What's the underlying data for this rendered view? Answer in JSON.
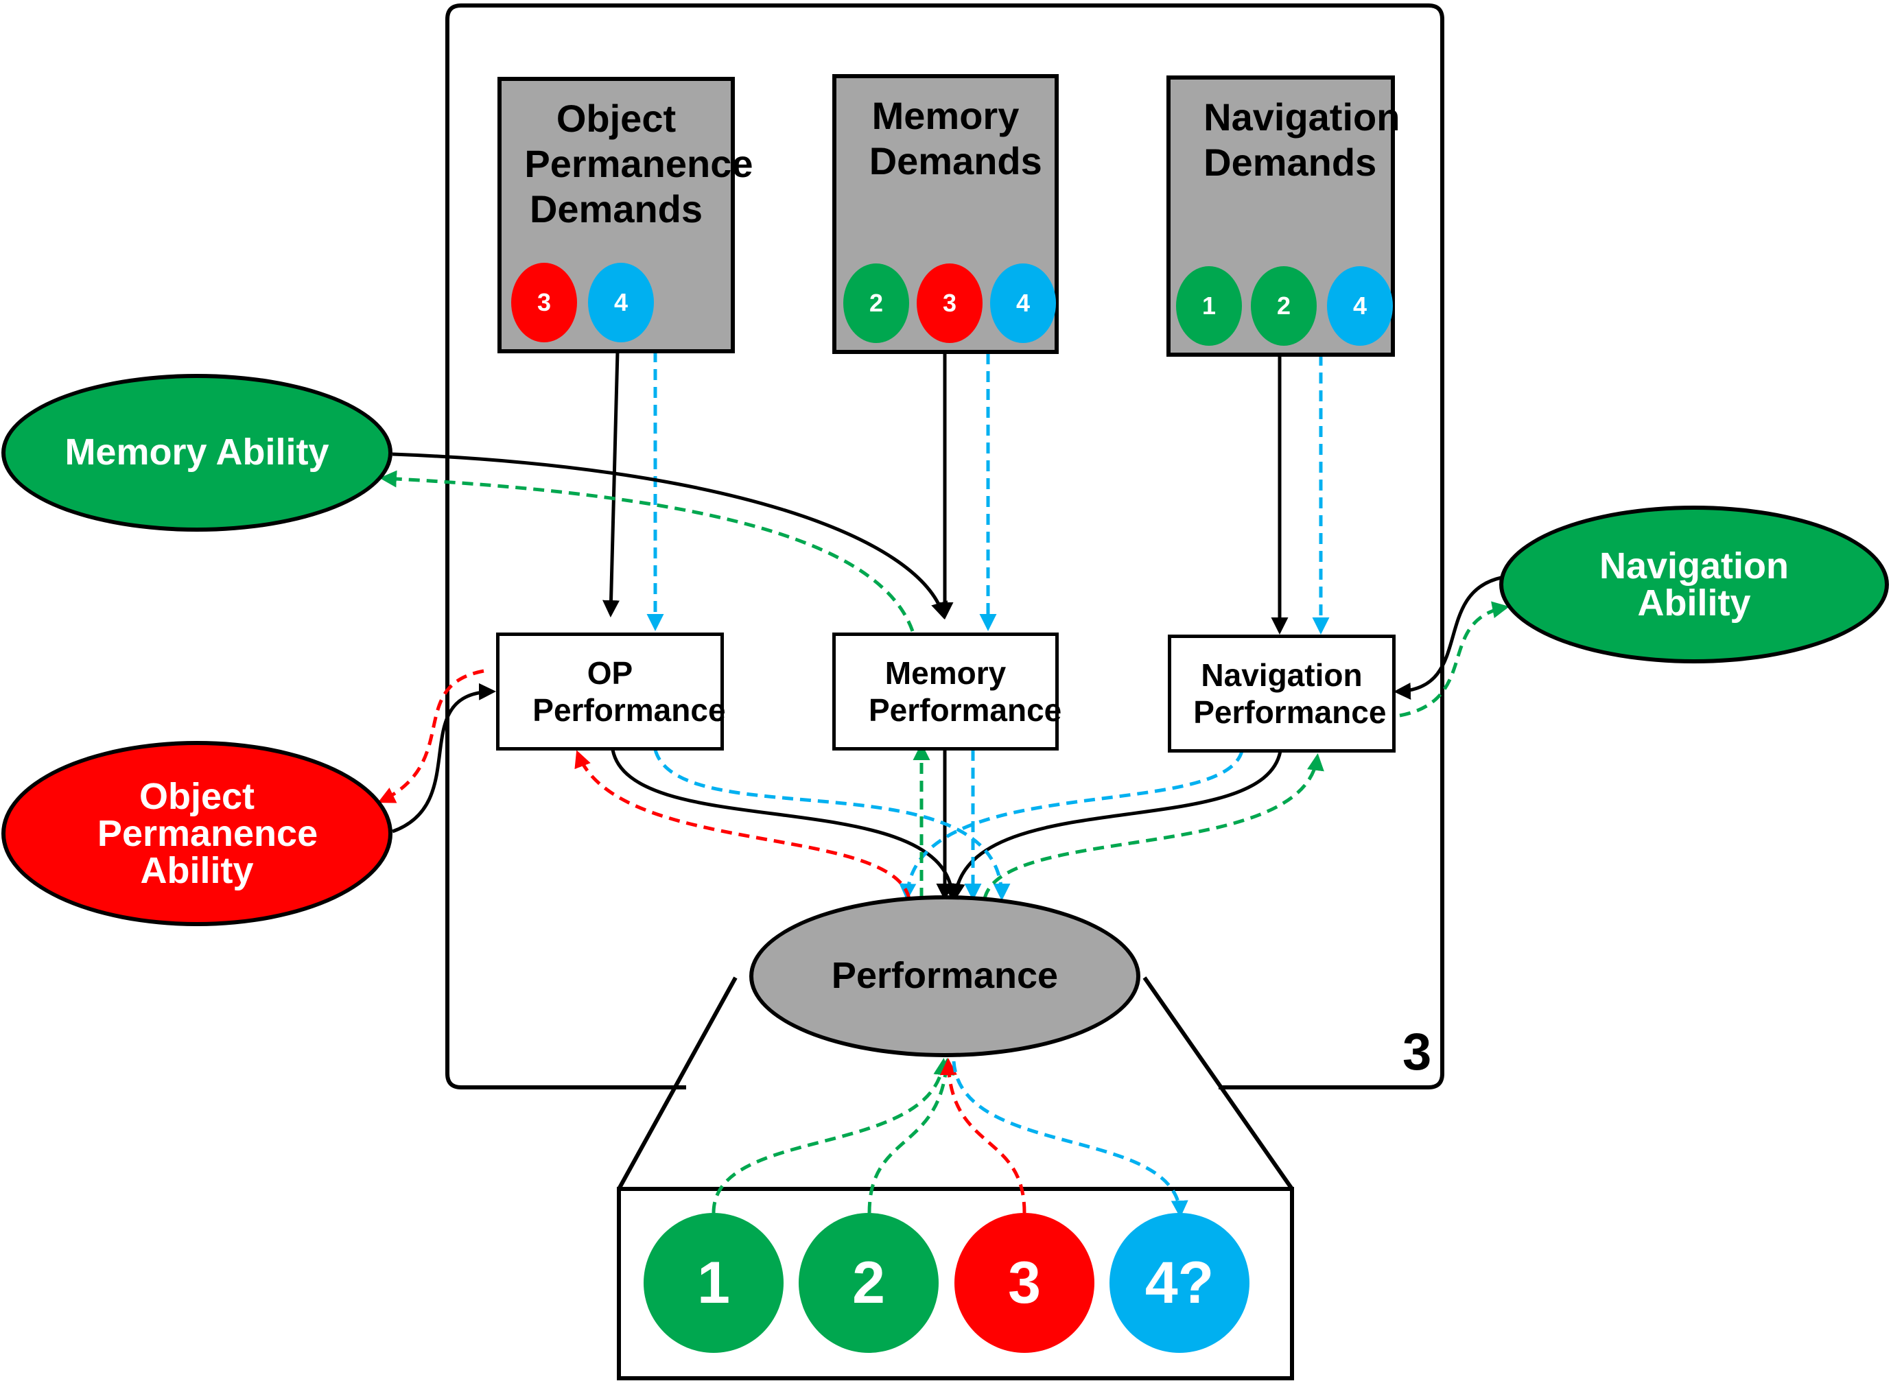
{
  "colors": {
    "green": "#00a74f",
    "red": "#ff0000",
    "blue": "#00b0f0",
    "gray": "#a6a6a6",
    "black": "#000000"
  },
  "demands": [
    {
      "label": "Object Permanence Demands",
      "badges": [
        {
          "text": "3",
          "color": "red"
        },
        {
          "text": "4",
          "color": "blue"
        }
      ]
    },
    {
      "label": "Memory Demands",
      "badges": [
        {
          "text": "2",
          "color": "green"
        },
        {
          "text": "3",
          "color": "red"
        },
        {
          "text": "4",
          "color": "blue"
        }
      ]
    },
    {
      "label": "Navigation Demands",
      "badges": [
        {
          "text": "1",
          "color": "green"
        },
        {
          "text": "2",
          "color": "green"
        },
        {
          "text": "4",
          "color": "blue"
        }
      ]
    }
  ],
  "performance_boxes": [
    {
      "label": "OP Performance"
    },
    {
      "label": "Memory Performance"
    },
    {
      "label": "Navigation Performance"
    }
  ],
  "abilities": {
    "memory": {
      "label": "Memory Ability",
      "color": "green"
    },
    "object_permanence": {
      "label": "Object Permanence Ability",
      "color": "red"
    },
    "navigation": {
      "label": "Navigation Ability",
      "color": "green"
    }
  },
  "performance": {
    "label": "Performance"
  },
  "panel_number": "3",
  "outcomes": [
    {
      "text": "1",
      "color": "green"
    },
    {
      "text": "2",
      "color": "green"
    },
    {
      "text": "3",
      "color": "red"
    },
    {
      "text": "4?",
      "color": "blue"
    }
  ]
}
